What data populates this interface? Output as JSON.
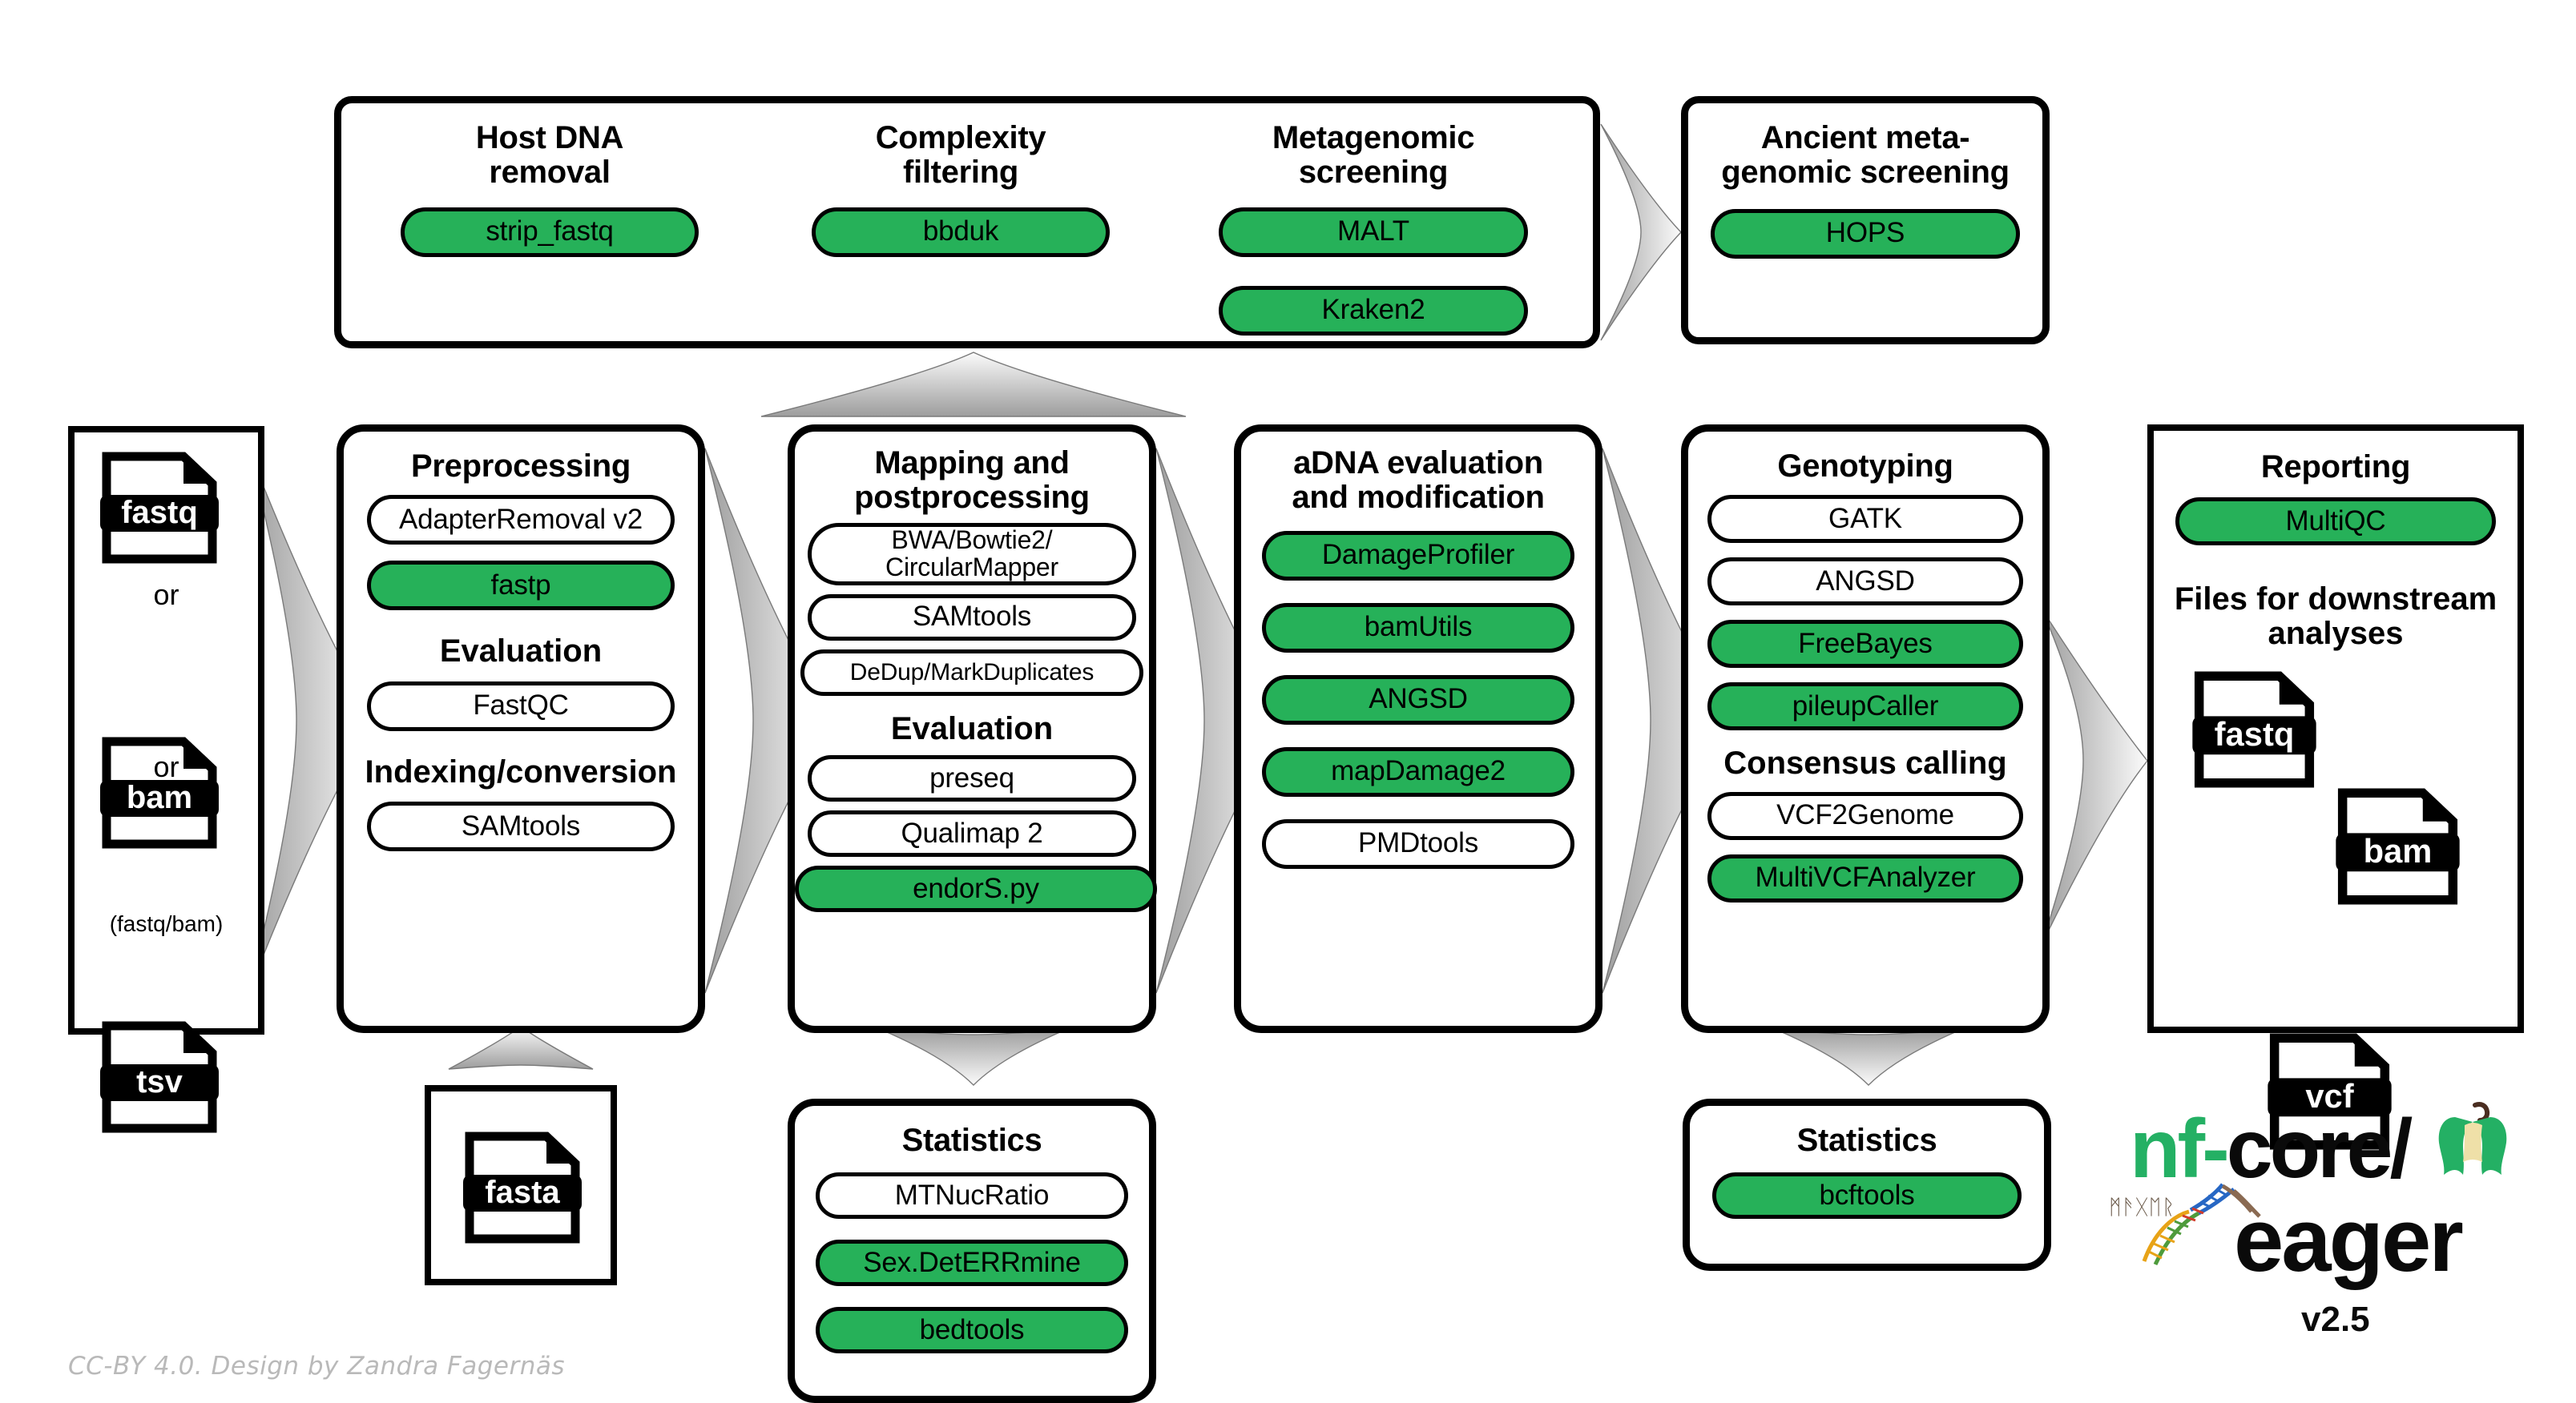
{
  "meta": {
    "credit": "CC-BY 4.0. Design by Zandra Fagernäs",
    "accent_green": "#26B159",
    "outline_black": "#000000",
    "arrow_gray_dark": "#9a9a9a",
    "arrow_gray_light": "#f2f2f2"
  },
  "logo": {
    "nf": "nf-",
    "core": "core/",
    "eager": "eager",
    "version": "v2.5",
    "runes": "ᛗᚫᚷᛖᚱ",
    "apple_core_color": "#24B064",
    "apple_flesh_color": "#EFE0A8",
    "apple_stem_color": "#4a2d20"
  },
  "input": {
    "title": "input-files",
    "files": [
      {
        "label": "fastq"
      },
      {
        "label": "bam"
      },
      {
        "label": "tsv"
      }
    ],
    "or": "or",
    "note": "(fastq/bam)"
  },
  "reference": {
    "file": {
      "label": "fasta"
    }
  },
  "top_row": {
    "screening_group": [
      {
        "title": "Host DNA\nremoval",
        "tools": [
          {
            "label": "strip_fastq",
            "green": true
          }
        ]
      },
      {
        "title": "Complexity\nfiltering",
        "tools": [
          {
            "label": "bbduk",
            "green": true
          }
        ]
      },
      {
        "title": "Metagenomic\nscreening",
        "tools": [
          {
            "label": "MALT",
            "green": true
          },
          {
            "label": "Kraken2",
            "green": true
          }
        ]
      }
    ],
    "ancient": {
      "title": "Ancient meta-\ngenomic screening",
      "tools": [
        {
          "label": "HOPS",
          "green": true
        }
      ]
    }
  },
  "main_row": [
    {
      "key": "preprocessing",
      "title": "Preprocessing",
      "sections": [
        {
          "heading": null,
          "tools": [
            {
              "label": "AdapterRemoval v2",
              "green": false
            },
            {
              "label": "fastp",
              "green": true
            }
          ]
        },
        {
          "heading": "Evaluation",
          "tools": [
            {
              "label": "FastQC",
              "green": false
            }
          ]
        },
        {
          "heading": "Indexing/conversion",
          "tools": [
            {
              "label": "SAMtools",
              "green": false
            }
          ]
        }
      ]
    },
    {
      "key": "mapping",
      "title": "Mapping and\npostprocessing",
      "sections": [
        {
          "heading": null,
          "tools": [
            {
              "label": "BWA/Bowtie2/\nCircularMapper",
              "green": false
            },
            {
              "label": "SAMtools",
              "green": false
            },
            {
              "label": "DeDup/MarkDuplicates",
              "green": false
            }
          ]
        },
        {
          "heading": "Evaluation",
          "tools": [
            {
              "label": "preseq",
              "green": false
            },
            {
              "label": "Qualimap 2",
              "green": false
            },
            {
              "label": "endorS.py",
              "green": true
            }
          ]
        }
      ]
    },
    {
      "key": "adna",
      "title": "aDNA evaluation\nand modification",
      "sections": [
        {
          "heading": null,
          "tools": [
            {
              "label": "DamageProfiler",
              "green": true
            },
            {
              "label": "bamUtils",
              "green": true
            },
            {
              "label": "ANGSD",
              "green": true
            },
            {
              "label": "mapDamage2",
              "green": true
            },
            {
              "label": "PMDtools",
              "green": false
            }
          ]
        }
      ]
    },
    {
      "key": "genotyping",
      "title": "Genotyping",
      "sections": [
        {
          "heading": null,
          "tools": [
            {
              "label": "GATK",
              "green": false
            },
            {
              "label": "ANGSD",
              "green": false
            },
            {
              "label": "FreeBayes",
              "green": true
            },
            {
              "label": "pileupCaller",
              "green": true
            }
          ]
        },
        {
          "heading": "Consensus calling",
          "tools": [
            {
              "label": "VCF2Genome",
              "green": false
            },
            {
              "label": "MultiVCFAnalyzer",
              "green": true
            }
          ]
        }
      ]
    },
    {
      "key": "reporting",
      "title": "Reporting",
      "sections": [
        {
          "heading": null,
          "tools": [
            {
              "label": "MultiQC",
              "green": true
            }
          ]
        }
      ],
      "downstream_heading": "Files for downstream\nanalyses",
      "downstream_files": [
        {
          "label": "fastq"
        },
        {
          "label": "bam"
        },
        {
          "label": "vcf"
        }
      ]
    }
  ],
  "bottom_row": [
    {
      "key": "stats-mapping",
      "title": "Statistics",
      "tools": [
        {
          "label": "MTNucRatio",
          "green": false
        },
        {
          "label": "Sex.DetERRmine",
          "green": true
        },
        {
          "label": "bedtools",
          "green": true
        }
      ]
    },
    {
      "key": "stats-genotyping",
      "title": "Statistics",
      "tools": [
        {
          "label": "bcftools",
          "green": true
        }
      ]
    }
  ]
}
